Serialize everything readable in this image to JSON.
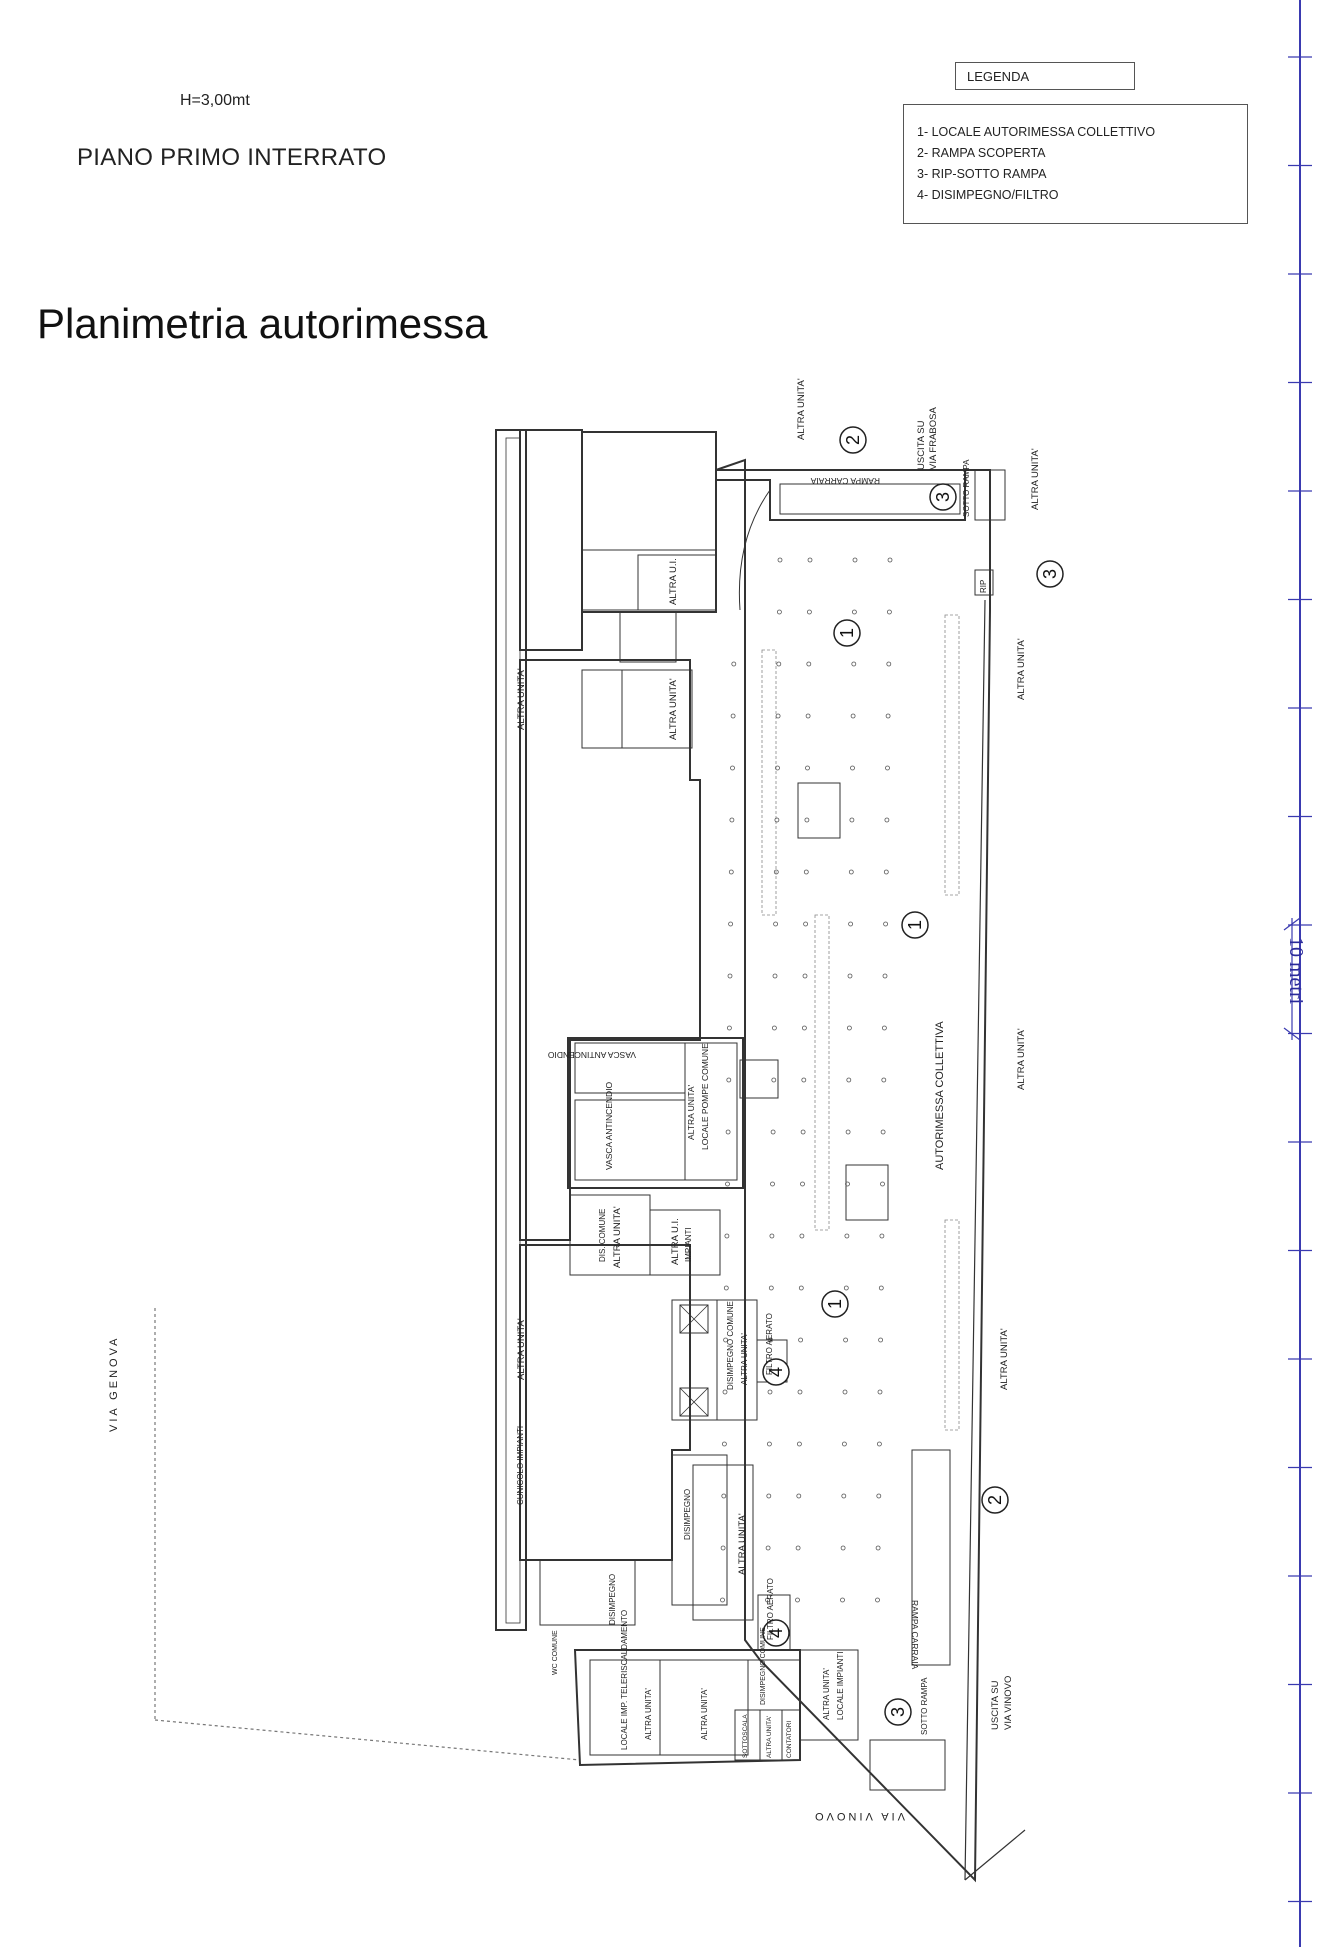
{
  "header": {
    "height_label": "H=3,00mt",
    "plan_title": "PIANO PRIMO INTERRATO",
    "main_title": "Planimetria autorimessa"
  },
  "legend": {
    "title": "LEGENDA",
    "items": [
      "1- LOCALE AUTORIMESSA COLLETTIVO",
      "2- RAMPA SCOPERTA",
      "3- RIP-SOTTO RAMPA",
      "4- DISIMPEGNO/FILTRO"
    ]
  },
  "scale": {
    "label": "10 metri",
    "color": "#2a2a9a"
  },
  "labels": {
    "autorimessa_collettiva": "AUTORIMESSA COLLETTIVA",
    "altra_unita": "ALTRA UNITA'",
    "altra_ui": "ALTRA U.I.",
    "rampa_carraia": "RAMPA CARRAIA",
    "uscita_frabosa_1": "USCITA SU",
    "uscita_frabosa_2": "VIA FRABOSA",
    "uscita_vinovo_1": "USCITA SU",
    "uscita_vinovo_2": "VIA VINOVO",
    "sotto_rampa": "SOTTO RAMPA",
    "rip": "RIP",
    "vasca_antincendio": "VASCA ANTINCENDIO",
    "locale_pompe": "LOCALE POMPE COMUNE",
    "dis_comune": "DIS. COMUNE",
    "impianti": "IMPIANTI",
    "disimpegno": "DISIMPEGNO",
    "disimpegno_comune": "DISIMPEGNO COMUNE",
    "filtro_aerato": "FILTRO AERATO",
    "cunicolo_impianti": "CUNICOLO IMPIANTI",
    "locale_imp_teleriscaldamento": "LOCALE IMP. TELERISCALDAMENTO",
    "locale_impianti": "LOCALE IMPIANTI",
    "sottoscala": "SOTTOSCALA",
    "contatori": "CONTATORI",
    "wc_comune": "WC COMUNE",
    "via_genova": "VIA GENOVA",
    "via_vinovo": "VIA VINOVO"
  },
  "markers": [
    "1",
    "1",
    "1",
    "2",
    "2",
    "3",
    "3",
    "3",
    "4",
    "4"
  ]
}
